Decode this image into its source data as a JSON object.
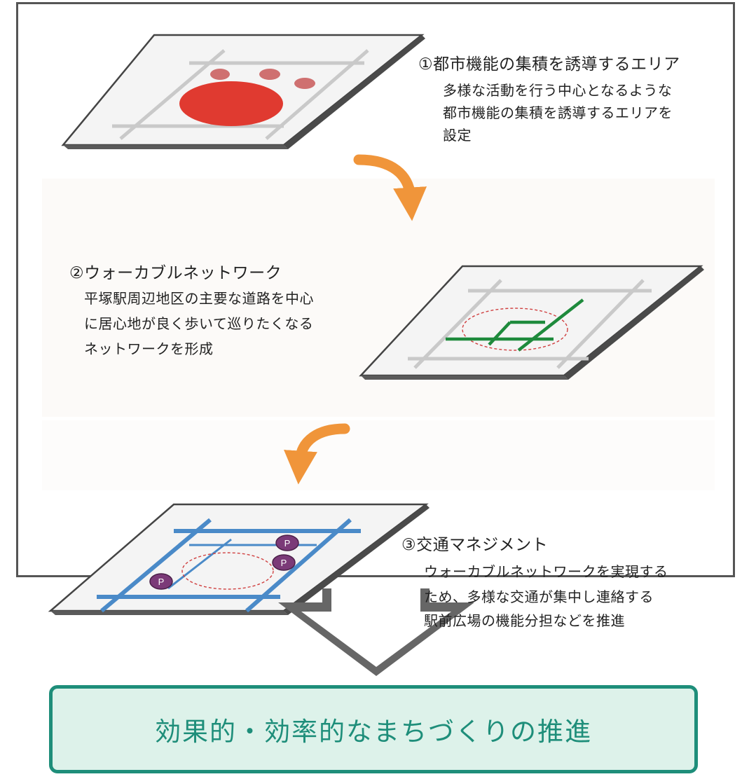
{
  "steps": [
    {
      "heading": "①都市機能の集積を誘導するエリア",
      "desc_lines": [
        "多様な活動を行う中心となるような",
        "都市機能の集積を誘導するエリアを",
        "設定"
      ]
    },
    {
      "heading": "②ウォーカブルネットワーク",
      "desc_lines": [
        "平塚駅周辺地区の主要な道路を中心",
        "に居心地が良く歩いて巡りたくなる",
        "ネットワークを形成"
      ]
    },
    {
      "heading": "③交通マネジメント",
      "desc_lines": [
        "ウォーカブルネットワークを実現する",
        "ため、多様な交通が集中し連絡する",
        "駅前広場の機能分担などを推進"
      ]
    }
  ],
  "parking_label": "P",
  "result": "効果的・効率的なまちづくりの推進",
  "colors": {
    "frame_border": "#555555",
    "area_red": "#e03a30",
    "area_pink": "#cf7070",
    "network_green": "#1e8a3c",
    "traffic_blue": "#4a8ac8",
    "parking_purple": "#7b3a78",
    "curve_arrow_orange": "#f0953a",
    "result_border": "#1e8e7a",
    "result_fill": "#ddf2ea"
  }
}
